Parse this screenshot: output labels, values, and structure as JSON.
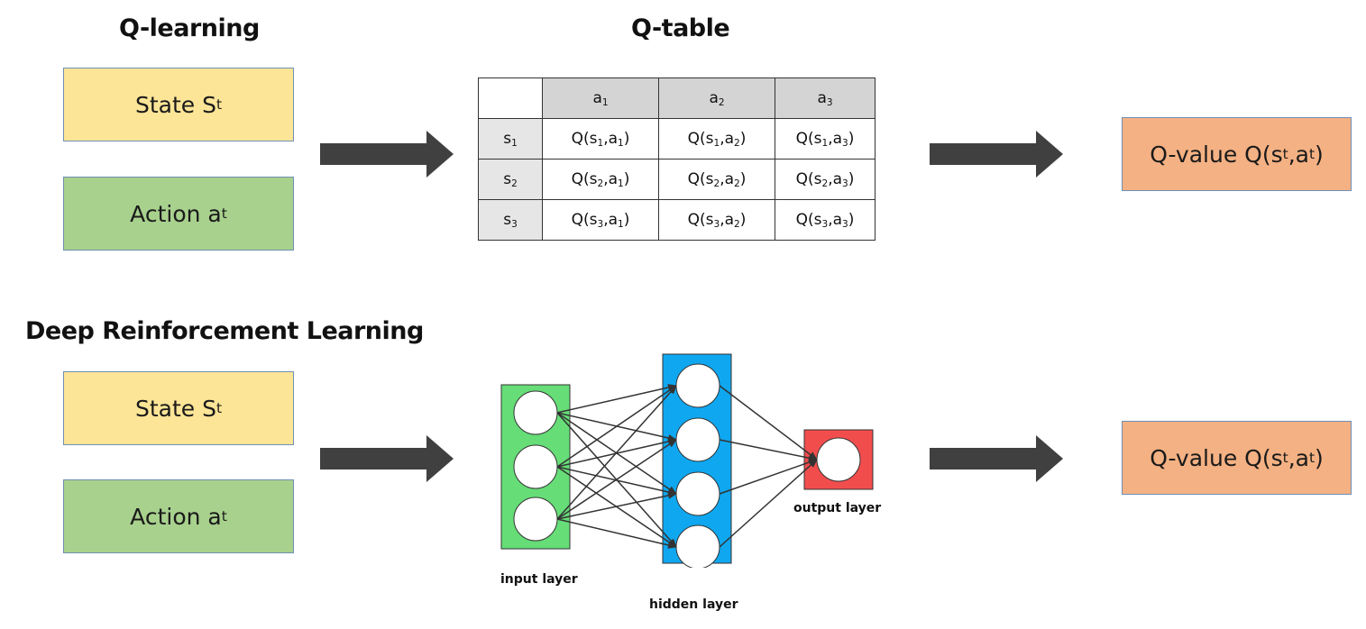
{
  "top": {
    "heading": "Q-learning",
    "table_heading": "Q-table",
    "state": {
      "text": "State S",
      "sub": "t"
    },
    "action": {
      "text": "Action a",
      "sub": "t"
    },
    "qvalue": {
      "pre": "Q-value Q(s",
      "sub1": "t",
      "mid": ",a",
      "sub2": "t",
      "post": ")"
    }
  },
  "qtable": {
    "columns": [
      {
        "base": "a",
        "sub": "1"
      },
      {
        "base": "a",
        "sub": "2"
      },
      {
        "base": "a",
        "sub": "3"
      }
    ],
    "rows": [
      {
        "base": "s",
        "sub": "1"
      },
      {
        "base": "s",
        "sub": "2"
      },
      {
        "base": "s",
        "sub": "3"
      }
    ]
  },
  "bottom": {
    "heading": "Deep Reinforcement Learning",
    "state": {
      "text": "State S",
      "sub": "t"
    },
    "action": {
      "text": "Action a",
      "sub": "t"
    },
    "qvalue": {
      "pre": "Q-value Q(s",
      "sub1": "t",
      "mid": ",a",
      "sub2": "t",
      "post": ")"
    },
    "input_label": "input layer",
    "hidden_label": "hidden layer",
    "output_label": "output layer"
  },
  "colors": {
    "state": "#fde597",
    "action": "#a8d18d",
    "qvalue": "#f4b183",
    "arrow": "#404040",
    "input_layer": "#66dd77",
    "hidden_layer": "#0fa7f0",
    "output_layer": "#f24d4d"
  }
}
